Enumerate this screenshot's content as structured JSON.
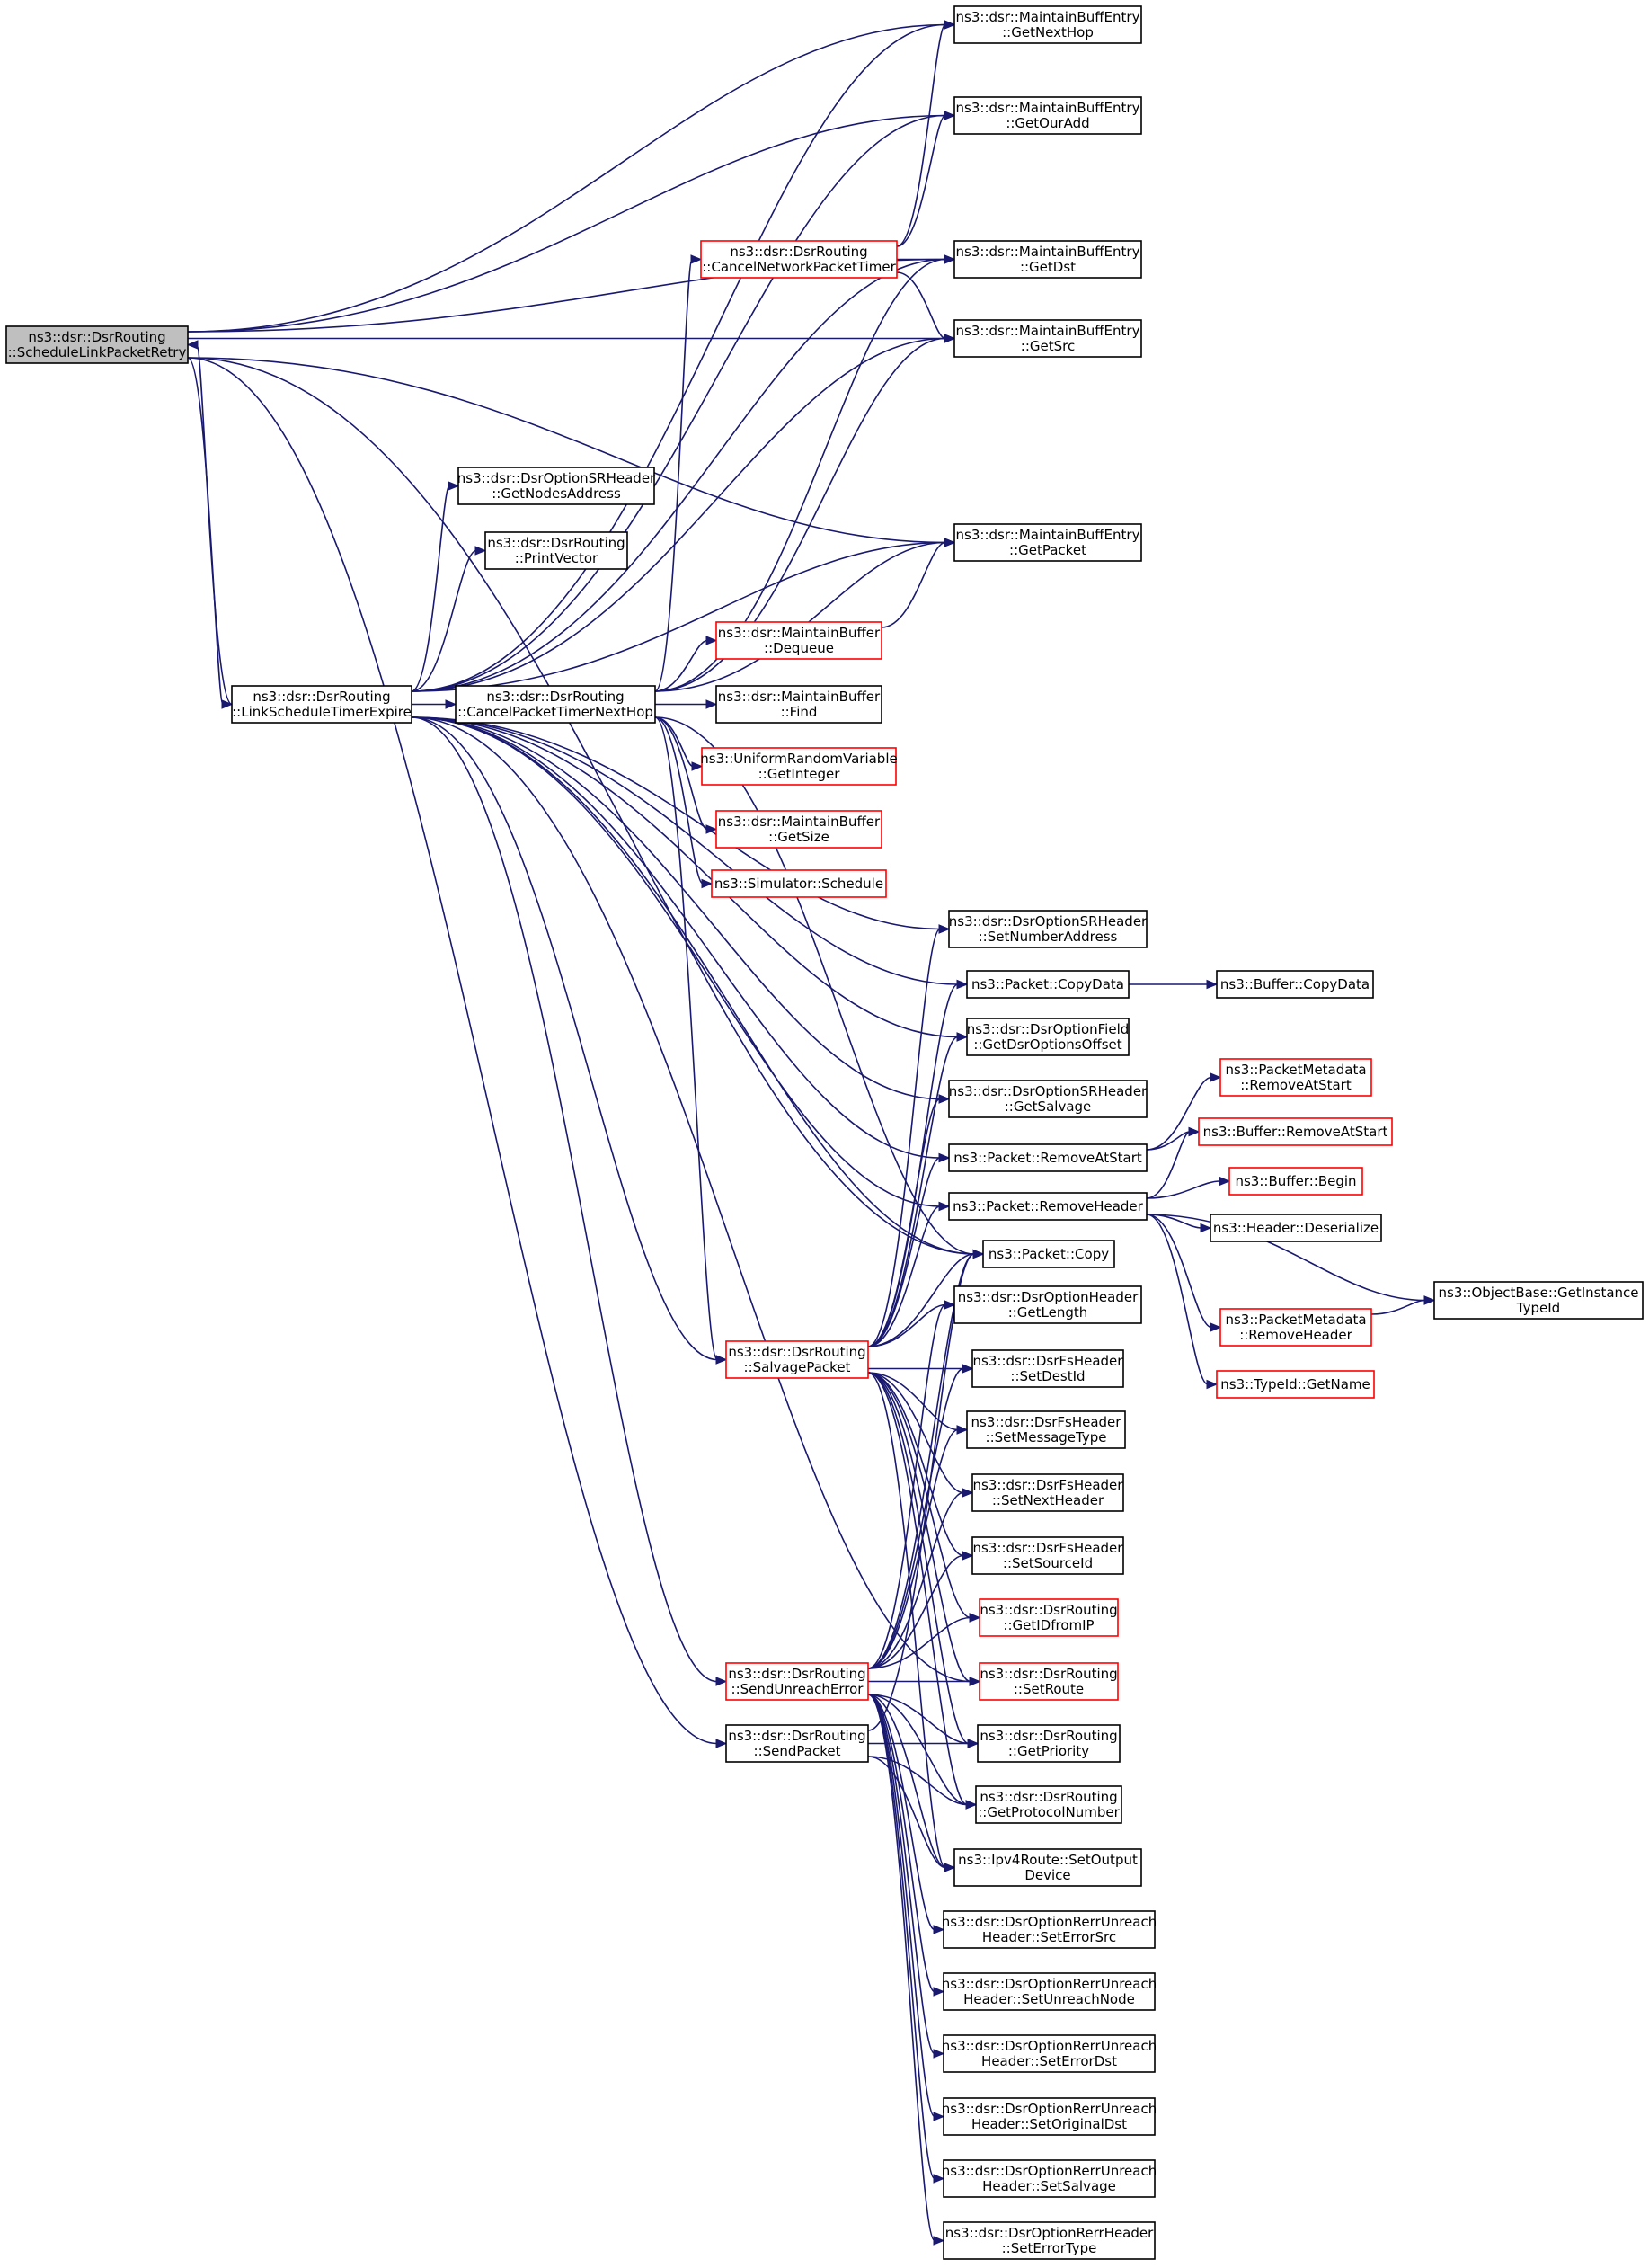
{
  "nodes": [
    {
      "id": "root",
      "lines": [
        "ns3::dsr::DsrRouting",
        "::ScheduleLinkPacketRetry"
      ],
      "border": "root"
    },
    {
      "id": "lste",
      "lines": [
        "ns3::dsr::DsrRouting",
        "::LinkScheduleTimerExpire"
      ],
      "border": "black"
    },
    {
      "id": "cptnh",
      "lines": [
        "ns3::dsr::DsrRouting",
        "::CancelPacketTimerNextHop"
      ],
      "border": "black"
    },
    {
      "id": "cnpt",
      "lines": [
        "ns3::dsr::DsrRouting",
        "::CancelNetworkPacketTimer"
      ],
      "border": "red"
    },
    {
      "id": "mbe_nexthop",
      "lines": [
        "ns3::dsr::MaintainBuffEntry",
        "::GetNextHop"
      ],
      "border": "black"
    },
    {
      "id": "mbe_ouradd",
      "lines": [
        "ns3::dsr::MaintainBuffEntry",
        "::GetOurAdd"
      ],
      "border": "black"
    },
    {
      "id": "mbe_dst",
      "lines": [
        "ns3::dsr::MaintainBuffEntry",
        "::GetDst"
      ],
      "border": "black"
    },
    {
      "id": "mbe_src",
      "lines": [
        "ns3::dsr::MaintainBuffEntry",
        "::GetSrc"
      ],
      "border": "black"
    },
    {
      "id": "sr_nodes",
      "lines": [
        "ns3::dsr::DsrOptionSRHeader",
        "::GetNodesAddress"
      ],
      "border": "black"
    },
    {
      "id": "printvec",
      "lines": [
        "ns3::dsr::DsrRouting",
        "::PrintVector"
      ],
      "border": "black"
    },
    {
      "id": "mbe_packet",
      "lines": [
        "ns3::dsr::MaintainBuffEntry",
        "::GetPacket"
      ],
      "border": "black"
    },
    {
      "id": "mb_dequeue",
      "lines": [
        "ns3::dsr::MaintainBuffer",
        "::Dequeue"
      ],
      "border": "red"
    },
    {
      "id": "mb_find",
      "lines": [
        "ns3::dsr::MaintainBuffer",
        "::Find"
      ],
      "border": "black"
    },
    {
      "id": "urv",
      "lines": [
        "ns3::UniformRandomVariable",
        "::GetInteger"
      ],
      "border": "red"
    },
    {
      "id": "mb_size",
      "lines": [
        "ns3::dsr::MaintainBuffer",
        "::GetSize"
      ],
      "border": "red"
    },
    {
      "id": "sim_sched",
      "lines": [
        "ns3::Simulator::Schedule"
      ],
      "border": "red"
    },
    {
      "id": "sr_setnum",
      "lines": [
        "ns3::dsr::DsrOptionSRHeader",
        "::SetNumberAddress"
      ],
      "border": "black"
    },
    {
      "id": "pkt_copydata",
      "lines": [
        "ns3::Packet::CopyData"
      ],
      "border": "black"
    },
    {
      "id": "buf_copydata",
      "lines": [
        "ns3::Buffer::CopyData"
      ],
      "border": "black"
    },
    {
      "id": "of_offset",
      "lines": [
        "ns3::dsr::DsrOptionField",
        "::GetDsrOptionsOffset"
      ],
      "border": "black"
    },
    {
      "id": "pm_ras",
      "lines": [
        "ns3::PacketMetadata",
        "::RemoveAtStart"
      ],
      "border": "red"
    },
    {
      "id": "sr_salvage",
      "lines": [
        "ns3::dsr::DsrOptionSRHeader",
        "::GetSalvage"
      ],
      "border": "black"
    },
    {
      "id": "buf_ras",
      "lines": [
        "ns3::Buffer::RemoveAtStart"
      ],
      "border": "red"
    },
    {
      "id": "pkt_ras",
      "lines": [
        "ns3::Packet::RemoveAtStart"
      ],
      "border": "black"
    },
    {
      "id": "buf_begin",
      "lines": [
        "ns3::Buffer::Begin"
      ],
      "border": "red"
    },
    {
      "id": "pkt_rh",
      "lines": [
        "ns3::Packet::RemoveHeader"
      ],
      "border": "black"
    },
    {
      "id": "hdr_deser",
      "lines": [
        "ns3::Header::Deserialize"
      ],
      "border": "black"
    },
    {
      "id": "pkt_copy",
      "lines": [
        "ns3::Packet::Copy"
      ],
      "border": "black"
    },
    {
      "id": "ob_tid",
      "lines": [
        "ns3::ObjectBase::GetInstance",
        "TypeId"
      ],
      "border": "black"
    },
    {
      "id": "oh_len",
      "lines": [
        "ns3::dsr::DsrOptionHeader",
        "::GetLength"
      ],
      "border": "black"
    },
    {
      "id": "salvage_pkt",
      "lines": [
        "ns3::dsr::DsrRouting",
        "::SalvagePacket"
      ],
      "border": "red"
    },
    {
      "id": "pm_rh",
      "lines": [
        "ns3::PacketMetadata",
        "::RemoveHeader"
      ],
      "border": "red"
    },
    {
      "id": "fs_destid",
      "lines": [
        "ns3::dsr::DsrFsHeader",
        "::SetDestId"
      ],
      "border": "black"
    },
    {
      "id": "tid_name",
      "lines": [
        "ns3::TypeId::GetName"
      ],
      "border": "red"
    },
    {
      "id": "fs_msgtype",
      "lines": [
        "ns3::dsr::DsrFsHeader",
        "::SetMessageType"
      ],
      "border": "black"
    },
    {
      "id": "fs_nexthdr",
      "lines": [
        "ns3::dsr::DsrFsHeader",
        "::SetNextHeader"
      ],
      "border": "black"
    },
    {
      "id": "fs_srcid",
      "lines": [
        "ns3::dsr::DsrFsHeader",
        "::SetSourceId"
      ],
      "border": "black"
    },
    {
      "id": "r_idfromip",
      "lines": [
        "ns3::dsr::DsrRouting",
        "::GetIDfromIP"
      ],
      "border": "red"
    },
    {
      "id": "send_unreach",
      "lines": [
        "ns3::dsr::DsrRouting",
        "::SendUnreachError"
      ],
      "border": "red"
    },
    {
      "id": "r_setroute",
      "lines": [
        "ns3::dsr::DsrRouting",
        "::SetRoute"
      ],
      "border": "red"
    },
    {
      "id": "send_pkt",
      "lines": [
        "ns3::dsr::DsrRouting",
        "::SendPacket"
      ],
      "border": "black"
    },
    {
      "id": "r_prio",
      "lines": [
        "ns3::dsr::DsrRouting",
        "::GetPriority"
      ],
      "border": "black"
    },
    {
      "id": "r_protonum",
      "lines": [
        "ns3::dsr::DsrRouting",
        "::GetProtocolNumber"
      ],
      "border": "black"
    },
    {
      "id": "ipv4_setout",
      "lines": [
        "ns3::Ipv4Route::SetOutput",
        "Device"
      ],
      "border": "black"
    },
    {
      "id": "rerr_errsrc",
      "lines": [
        "ns3::dsr::DsrOptionRerrUnreach",
        "Header::SetErrorSrc"
      ],
      "border": "black"
    },
    {
      "id": "rerr_unnode",
      "lines": [
        "ns3::dsr::DsrOptionRerrUnreach",
        "Header::SetUnreachNode"
      ],
      "border": "black"
    },
    {
      "id": "rerr_errdst",
      "lines": [
        "ns3::dsr::DsrOptionRerrUnreach",
        "Header::SetErrorDst"
      ],
      "border": "black"
    },
    {
      "id": "rerr_origdst",
      "lines": [
        "ns3::dsr::DsrOptionRerrUnreach",
        "Header::SetOriginalDst"
      ],
      "border": "black"
    },
    {
      "id": "rerr_salvage",
      "lines": [
        "ns3::dsr::DsrOptionRerrUnreach",
        "Header::SetSalvage"
      ],
      "border": "black"
    },
    {
      "id": "rerrh_type",
      "lines": [
        "ns3::dsr::DsrOptionRerrHeader",
        "::SetErrorType"
      ],
      "border": "black"
    }
  ],
  "edges": [
    [
      "root",
      "mbe_nexthop"
    ],
    [
      "root",
      "mbe_ouradd"
    ],
    [
      "root",
      "mbe_dst"
    ],
    [
      "root",
      "mbe_src"
    ],
    [
      "root",
      "mbe_packet"
    ],
    [
      "root",
      "lste"
    ],
    [
      "root",
      "pkt_copy"
    ],
    [
      "root",
      "send_pkt"
    ],
    [
      "lste",
      "root"
    ],
    [
      "lste",
      "mbe_nexthop"
    ],
    [
      "lste",
      "mbe_ouradd"
    ],
    [
      "lste",
      "mbe_dst"
    ],
    [
      "lste",
      "mbe_src"
    ],
    [
      "lste",
      "sr_nodes"
    ],
    [
      "lste",
      "printvec"
    ],
    [
      "lste",
      "mbe_packet"
    ],
    [
      "lste",
      "cptnh"
    ],
    [
      "lste",
      "sr_setnum"
    ],
    [
      "lste",
      "pkt_copydata"
    ],
    [
      "lste",
      "of_offset"
    ],
    [
      "lste",
      "sr_salvage"
    ],
    [
      "lste",
      "pkt_ras"
    ],
    [
      "lste",
      "pkt_rh"
    ],
    [
      "lste",
      "pkt_copy"
    ],
    [
      "lste",
      "salvage_pkt"
    ],
    [
      "lste",
      "send_unreach"
    ],
    [
      "lste",
      "r_setroute"
    ],
    [
      "cptnh",
      "cnpt"
    ],
    [
      "cptnh",
      "mbe_dst"
    ],
    [
      "cptnh",
      "mbe_src"
    ],
    [
      "cptnh",
      "mbe_packet"
    ],
    [
      "cptnh",
      "mb_dequeue"
    ],
    [
      "cptnh",
      "mb_find"
    ],
    [
      "cptnh",
      "urv"
    ],
    [
      "cptnh",
      "mb_size"
    ],
    [
      "cptnh",
      "sim_sched"
    ],
    [
      "cptnh",
      "pkt_copy"
    ],
    [
      "cptnh",
      "salvage_pkt"
    ],
    [
      "cnpt",
      "mbe_nexthop"
    ],
    [
      "cnpt",
      "mbe_ouradd"
    ],
    [
      "cnpt",
      "mbe_dst"
    ],
    [
      "cnpt",
      "mbe_src"
    ],
    [
      "mb_dequeue",
      "mbe_packet"
    ],
    [
      "pkt_copydata",
      "buf_copydata"
    ],
    [
      "pkt_ras",
      "pm_ras"
    ],
    [
      "pkt_ras",
      "buf_ras"
    ],
    [
      "pkt_rh",
      "buf_ras"
    ],
    [
      "pkt_rh",
      "buf_begin"
    ],
    [
      "pkt_rh",
      "hdr_deser"
    ],
    [
      "pkt_rh",
      "ob_tid"
    ],
    [
      "pkt_rh",
      "pm_rh"
    ],
    [
      "pkt_rh",
      "tid_name"
    ],
    [
      "pm_rh",
      "ob_tid"
    ],
    [
      "salvage_pkt",
      "sr_setnum"
    ],
    [
      "salvage_pkt",
      "pkt_copydata"
    ],
    [
      "salvage_pkt",
      "of_offset"
    ],
    [
      "salvage_pkt",
      "sr_salvage"
    ],
    [
      "salvage_pkt",
      "pkt_ras"
    ],
    [
      "salvage_pkt",
      "pkt_rh"
    ],
    [
      "salvage_pkt",
      "pkt_copy"
    ],
    [
      "salvage_pkt",
      "oh_len"
    ],
    [
      "salvage_pkt",
      "fs_destid"
    ],
    [
      "salvage_pkt",
      "fs_msgtype"
    ],
    [
      "salvage_pkt",
      "fs_nexthdr"
    ],
    [
      "salvage_pkt",
      "fs_srcid"
    ],
    [
      "salvage_pkt",
      "r_idfromip"
    ],
    [
      "salvage_pkt",
      "r_setroute"
    ],
    [
      "salvage_pkt",
      "r_prio"
    ],
    [
      "salvage_pkt",
      "r_protonum"
    ],
    [
      "salvage_pkt",
      "ipv4_setout"
    ],
    [
      "send_unreach",
      "pkt_copy"
    ],
    [
      "send_unreach",
      "oh_len"
    ],
    [
      "send_unreach",
      "fs_destid"
    ],
    [
      "send_unreach",
      "fs_msgtype"
    ],
    [
      "send_unreach",
      "fs_nexthdr"
    ],
    [
      "send_unreach",
      "fs_srcid"
    ],
    [
      "send_unreach",
      "r_idfromip"
    ],
    [
      "send_unreach",
      "r_setroute"
    ],
    [
      "send_unreach",
      "r_prio"
    ],
    [
      "send_unreach",
      "r_protonum"
    ],
    [
      "send_unreach",
      "ipv4_setout"
    ],
    [
      "send_unreach",
      "rerr_errsrc"
    ],
    [
      "send_unreach",
      "rerr_unnode"
    ],
    [
      "send_unreach",
      "rerr_errdst"
    ],
    [
      "send_unreach",
      "rerr_origdst"
    ],
    [
      "send_unreach",
      "rerr_salvage"
    ],
    [
      "send_unreach",
      "rerrh_type"
    ],
    [
      "send_pkt",
      "r_prio"
    ],
    [
      "send_pkt",
      "r_protonum"
    ],
    [
      "send_pkt",
      "ipv4_setout"
    ],
    [
      "send_pkt",
      "pkt_copy"
    ]
  ],
  "colors": {
    "edge": "#191970",
    "node_border": "#000000",
    "node_border_red": "#ff0000",
    "root_fill": "#bfbfbf"
  }
}
